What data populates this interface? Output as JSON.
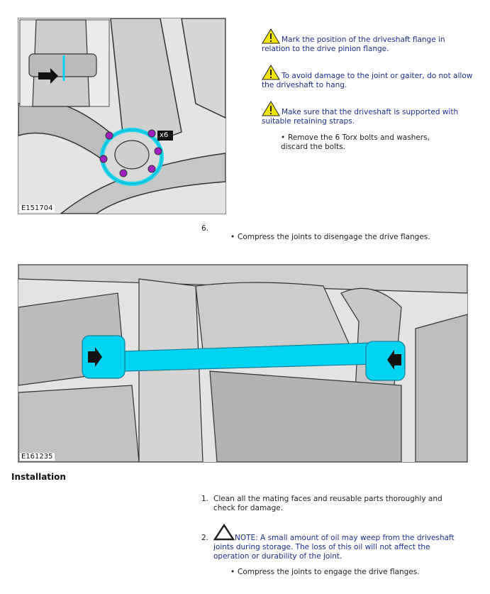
{
  "figure1": {
    "code": "E151704",
    "callout": "x6"
  },
  "warnings": [
    {
      "text": "Mark the position of the driveshaft flange in relation to the drive pinion flange."
    },
    {
      "text": "To avoid damage to the joint or gaiter, do not allow the driveshaft to hang."
    },
    {
      "text": "Make sure that the driveshaft is supported with suitable retaining straps."
    }
  ],
  "bullet_remove": "Remove the 6 Torx bolts and washers, discard the bolts.",
  "step6": {
    "number": "6.",
    "bullet": "Compress the joints to disengage the drive flanges."
  },
  "figure2": {
    "code": "E161235"
  },
  "installation": {
    "heading": "Installation",
    "step1": {
      "number": "1.",
      "text": "Clean all the mating faces and reusable parts thoroughly and check for damage."
    },
    "step2": {
      "number": "2.",
      "note": "NOTE: A small amount of oil may weep from the driveshaft joints during storage. The loss of this oil will not affect the operation or durability of the joint.",
      "bullet": "Compress the joints to engage the drive flanges."
    }
  },
  "colors": {
    "highlight": "#00d4f0",
    "bolt": "#a020c0",
    "warning_yellow": "#f2e600",
    "note_text": "#1c2f8f"
  }
}
